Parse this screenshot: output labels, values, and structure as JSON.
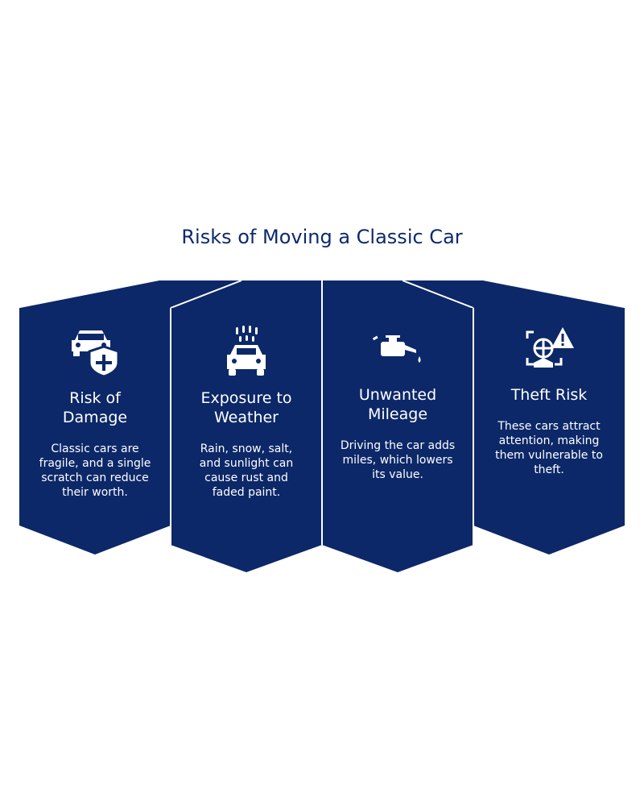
{
  "title": "Risks of Moving a Classic Car",
  "colors": {
    "panel": "#0c2868",
    "title": "#0d2a6e",
    "text": "#ffffff"
  },
  "cards": [
    {
      "icon": "car-shield-icon",
      "heading_line1": "Risk of",
      "heading_line2": "Damage",
      "body": "Classic cars are fragile, and a single scratch can reduce their worth."
    },
    {
      "icon": "car-wash-icon",
      "heading_line1": "Exposure to",
      "heading_line2": "Weather",
      "body": "Rain, snow, salt, and sunlight can cause rust and faded paint."
    },
    {
      "icon": "oil-can-icon",
      "heading_line1": "Unwanted",
      "heading_line2": "Mileage",
      "body": "Driving the car adds miles, which lowers its value."
    },
    {
      "icon": "theft-alert-icon",
      "heading_line1": "Theft Risk",
      "heading_line2": "",
      "body": "These cars attract attention, making them vulnerable to theft."
    }
  ]
}
